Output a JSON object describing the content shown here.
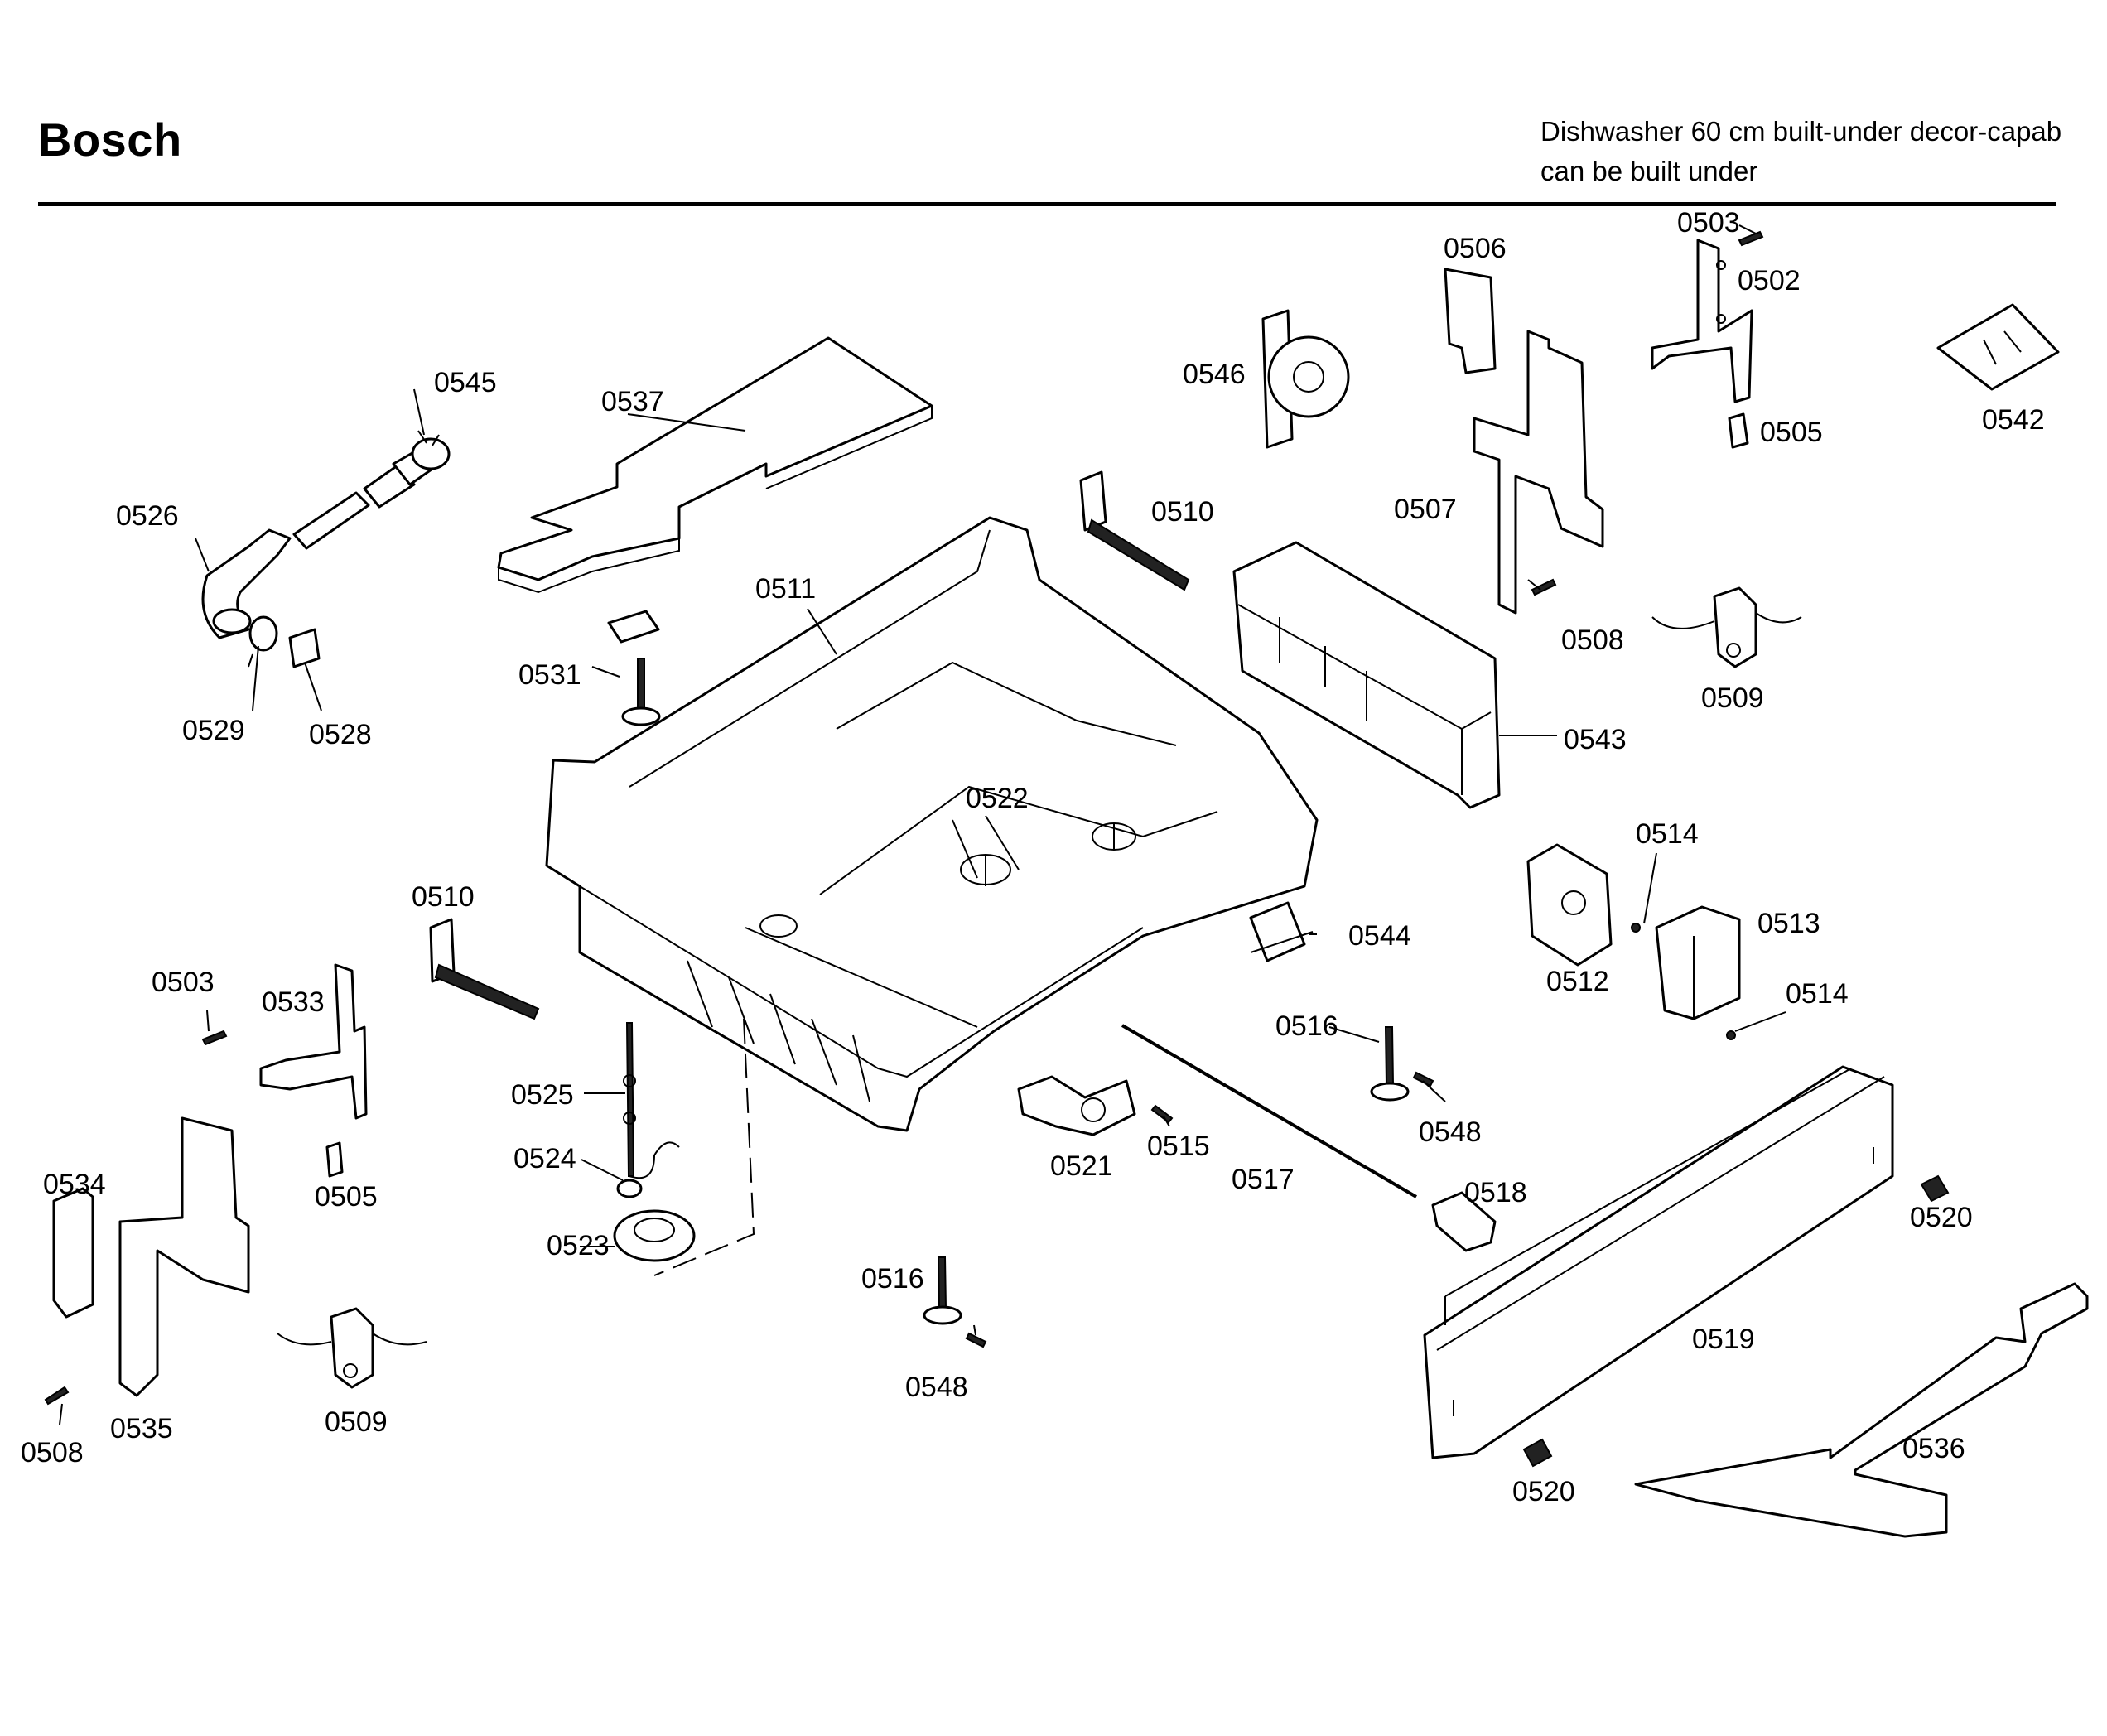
{
  "header": {
    "brand": "Bosch",
    "description_line1": "Dishwasher 60 cm built-under decor-capab",
    "description_line2": "can be built under"
  },
  "callouts": [
    {
      "id": "c0503a",
      "label": "0503"
    },
    {
      "id": "c0502",
      "label": "0502"
    },
    {
      "id": "c0506",
      "label": "0506"
    },
    {
      "id": "c0546",
      "label": "0546"
    },
    {
      "id": "c0505a",
      "label": "0505"
    },
    {
      "id": "c0542",
      "label": "0542"
    },
    {
      "id": "c0545",
      "label": "0545"
    },
    {
      "id": "c0537",
      "label": "0537"
    },
    {
      "id": "c0526",
      "label": "0526"
    },
    {
      "id": "c0510a",
      "label": "0510"
    },
    {
      "id": "c0507",
      "label": "0507"
    },
    {
      "id": "c0511",
      "label": "0511"
    },
    {
      "id": "c0508a",
      "label": "0508"
    },
    {
      "id": "c0509a",
      "label": "0509"
    },
    {
      "id": "c0531",
      "label": "0531"
    },
    {
      "id": "c0529",
      "label": "0529"
    },
    {
      "id": "c0528",
      "label": "0528"
    },
    {
      "id": "c0543",
      "label": "0543"
    },
    {
      "id": "c0522",
      "label": "0522"
    },
    {
      "id": "c0514a",
      "label": "0514"
    },
    {
      "id": "c0513",
      "label": "0513"
    },
    {
      "id": "c0510b",
      "label": "0510"
    },
    {
      "id": "c0544",
      "label": "0544"
    },
    {
      "id": "c0512",
      "label": "0512"
    },
    {
      "id": "c0503b",
      "label": "0503"
    },
    {
      "id": "c0533",
      "label": "0533"
    },
    {
      "id": "c0514b",
      "label": "0514"
    },
    {
      "id": "c0516a",
      "label": "0516"
    },
    {
      "id": "c0525",
      "label": "0525"
    },
    {
      "id": "c0548a",
      "label": "0548"
    },
    {
      "id": "c0524",
      "label": "0524"
    },
    {
      "id": "c0521",
      "label": "0521"
    },
    {
      "id": "c0515",
      "label": "0515"
    },
    {
      "id": "c0517",
      "label": "0517"
    },
    {
      "id": "c0534",
      "label": "0534"
    },
    {
      "id": "c0505b",
      "label": "0505"
    },
    {
      "id": "c0518",
      "label": "0518"
    },
    {
      "id": "c0520a",
      "label": "0520"
    },
    {
      "id": "c0523",
      "label": "0523"
    },
    {
      "id": "c0516b",
      "label": "0516"
    },
    {
      "id": "c0519",
      "label": "0519"
    },
    {
      "id": "c0548b",
      "label": "0548"
    },
    {
      "id": "c0509b",
      "label": "0509"
    },
    {
      "id": "c0535",
      "label": "0535"
    },
    {
      "id": "c0508b",
      "label": "0508"
    },
    {
      "id": "c0536",
      "label": "0536"
    },
    {
      "id": "c0520b",
      "label": "0520"
    }
  ]
}
